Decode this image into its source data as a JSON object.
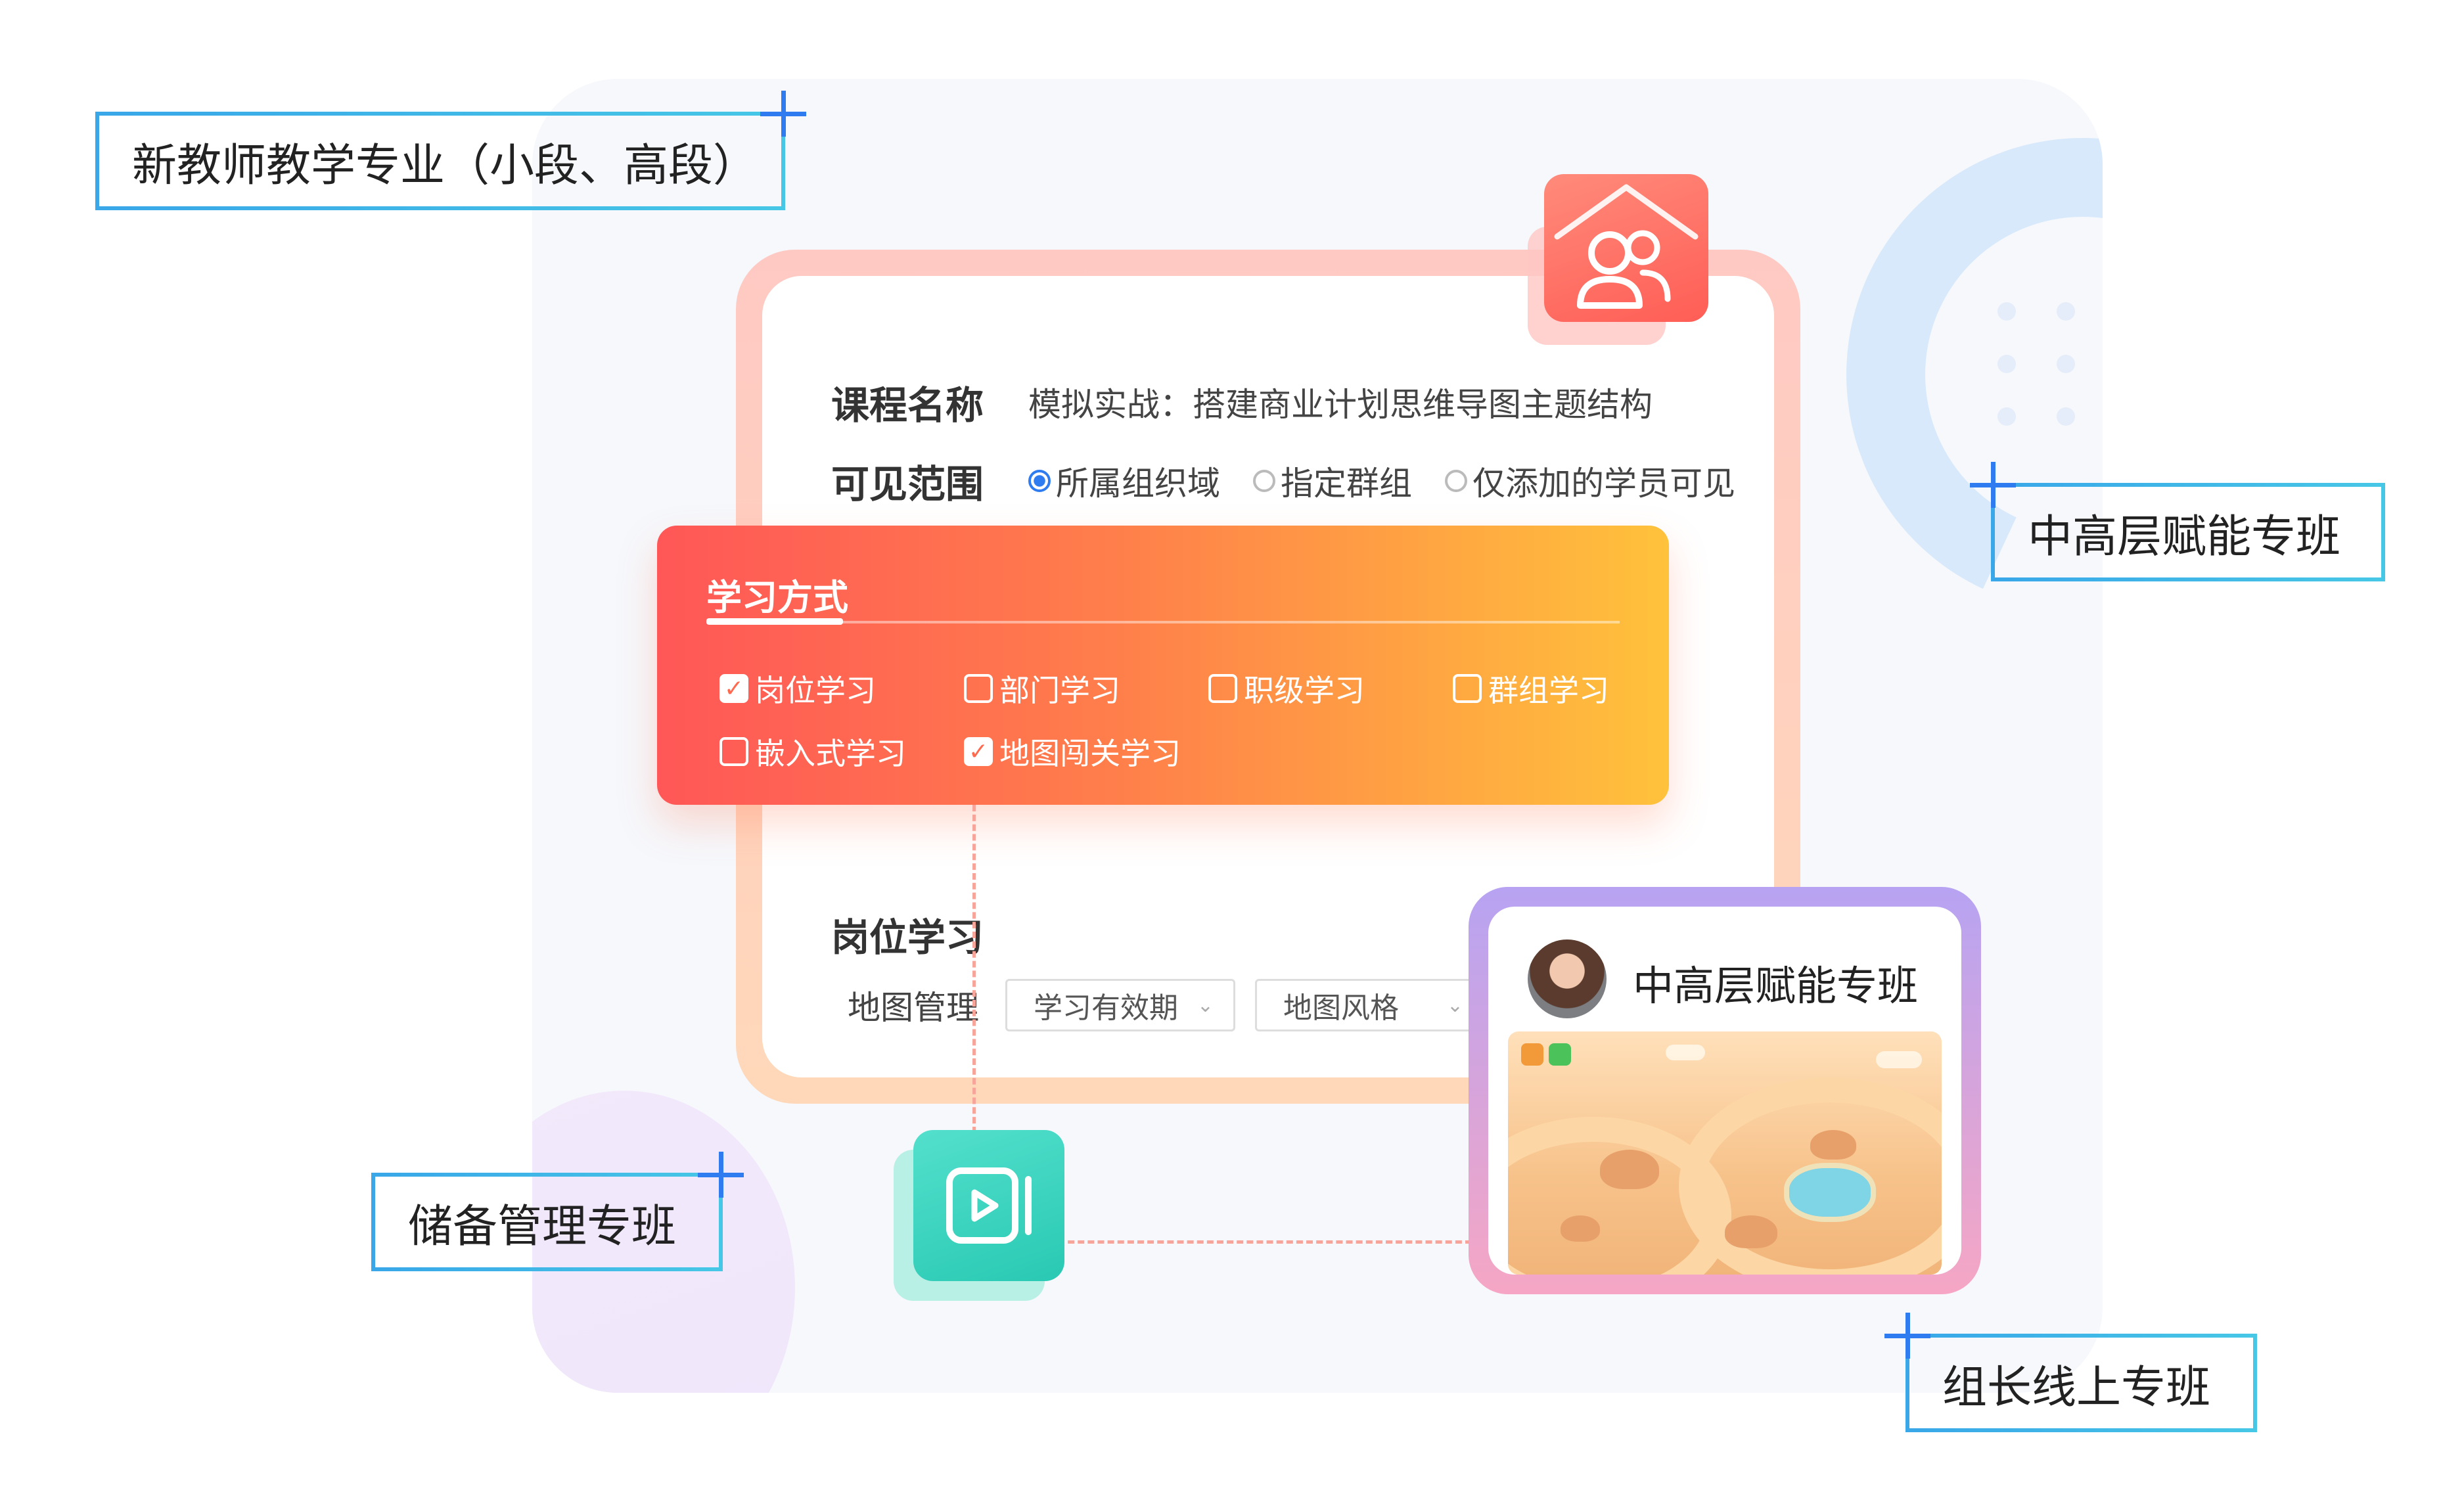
{
  "tags": {
    "new_teacher": "新教师教学专业（小段、高段）",
    "mid_senior": "中高层赋能专班",
    "reserve": "储备管理专班",
    "group_leader": "组长线上专班"
  },
  "course": {
    "name_label": "课程名称",
    "name_value": "模拟实战：搭建商业计划思维导图主题结构",
    "scope_label": "可见范围",
    "scope_options": [
      {
        "label": "所属组织域",
        "selected": true
      },
      {
        "label": "指定群组",
        "selected": false
      },
      {
        "label": "仅添加的学员可见",
        "selected": false
      }
    ],
    "section_title": "岗位学习",
    "map_label": "地图管理",
    "selects": [
      "学习有效期",
      "地图风格"
    ]
  },
  "learning_mode": {
    "title": "学习方式",
    "options": [
      {
        "label": "岗位学习",
        "checked": true
      },
      {
        "label": "部门学习",
        "checked": false
      },
      {
        "label": "职级学习",
        "checked": false
      },
      {
        "label": "群组学习",
        "checked": false
      },
      {
        "label": "嵌入式学习",
        "checked": false
      },
      {
        "label": "地图闯关学习",
        "checked": true
      }
    ]
  },
  "map_card": {
    "title": "中高层赋能专班"
  },
  "colors": {
    "accent_blue": "#2f7cf0",
    "mode_gradient_start": "#ff5757",
    "mode_gradient_end": "#ffc23b",
    "house_icon": "#ff6a60",
    "video_icon": "#3fd6c0"
  },
  "icons": [
    "plus-icon",
    "house-users-icon",
    "video-play-icon",
    "radio-icon",
    "checkbox-icon",
    "chevron-down-icon",
    "avatar"
  ]
}
